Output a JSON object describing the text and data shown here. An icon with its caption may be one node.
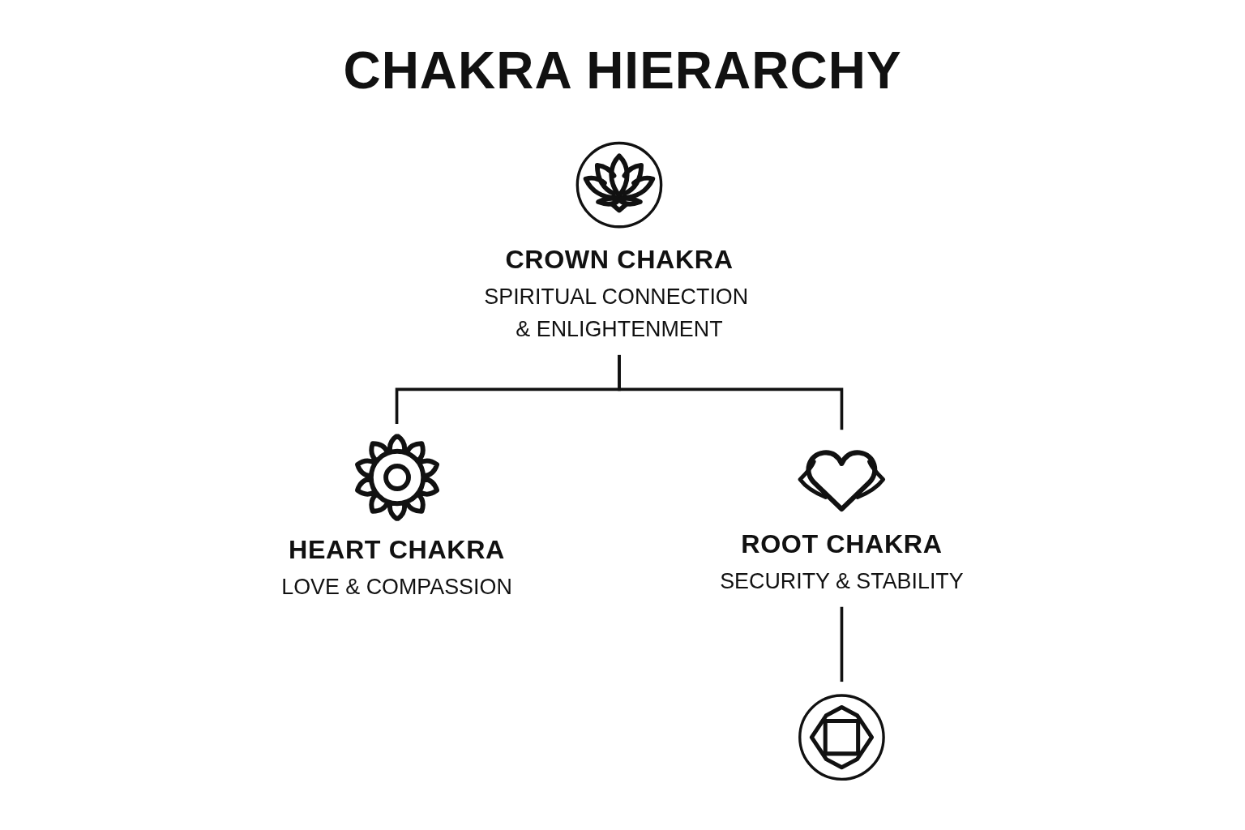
{
  "diagram": {
    "title": "CHAKRA HIERARCHY",
    "nodes": [
      {
        "text": [
          "CROWN CHAKRA",
          "SPIRITUAL CONNECTION & ENLIGHTENMENT"
        ]
      },
      {
        "text": [
          "HEART CHAKRA",
          "LOVE & COMPASSION"
        ]
      },
      {
        "text": [
          "ROOT CHAKRA",
          "SECURITY & STABILITY"
        ]
      },
      {
        "text": [],
        "shape": "picture"
      }
    ],
    "edges": [
      {
        "from": 0,
        "to": 1,
        "arrow": "none"
      },
      {
        "from": 0,
        "to": 2,
        "arrow": "none"
      },
      {
        "from": 2,
        "to": 3,
        "arrow": "none"
      }
    ]
  }
}
